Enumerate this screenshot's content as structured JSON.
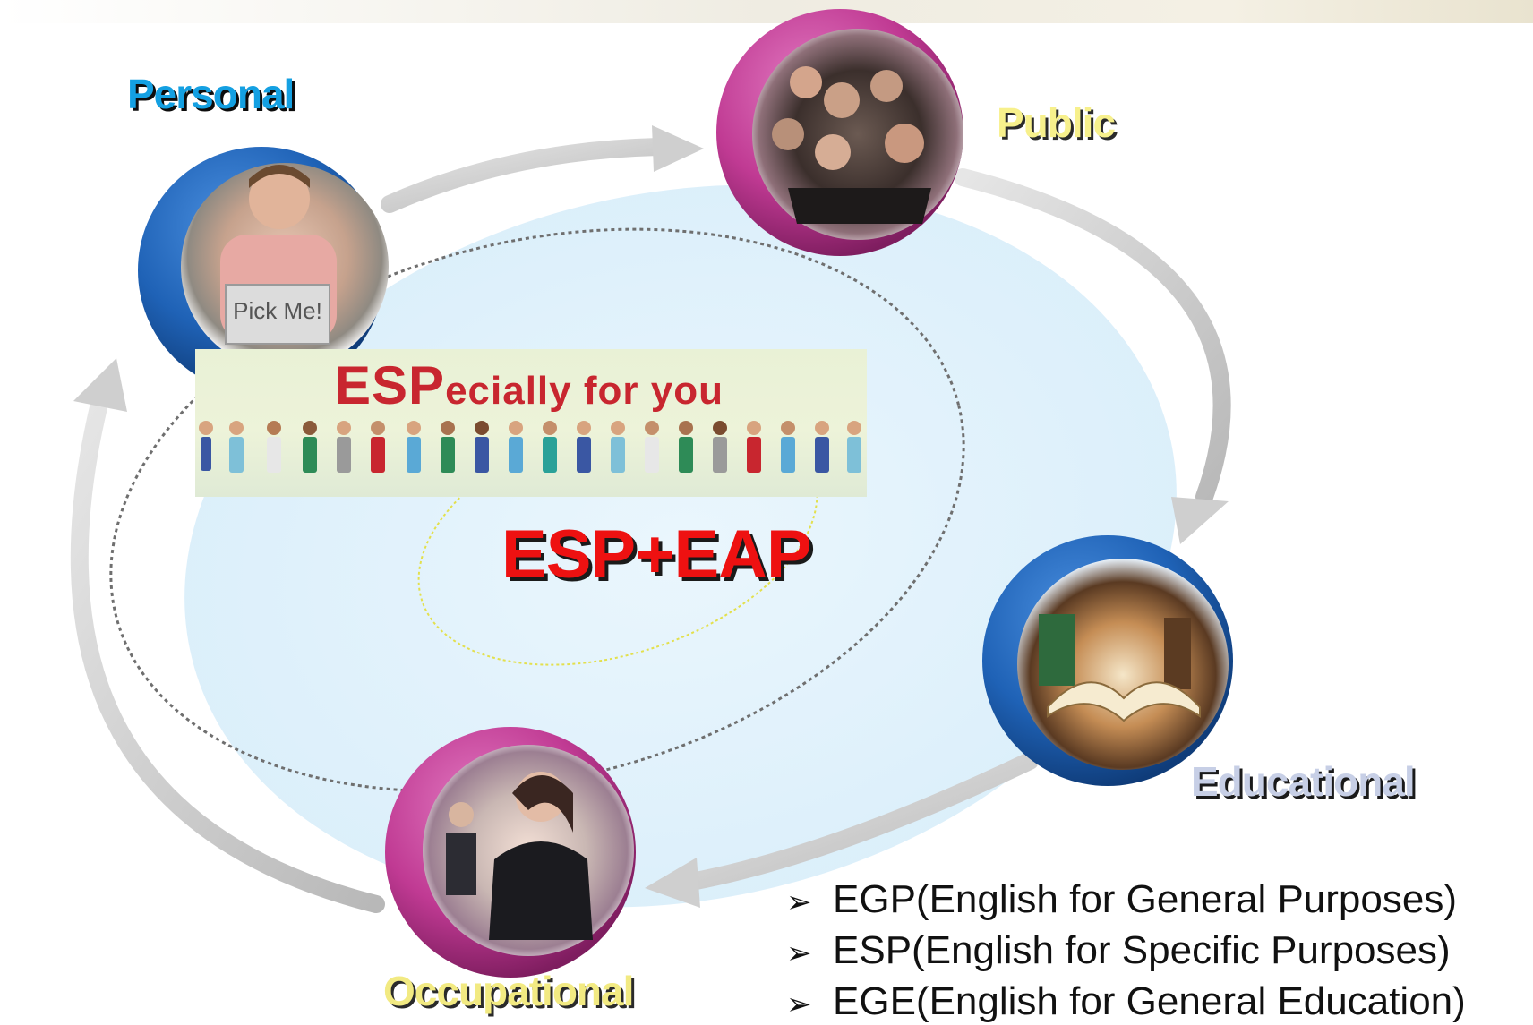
{
  "nodes": {
    "personal": {
      "label": "Personal",
      "sign_text": "Pick Me!",
      "ring_color": "#1f62b6"
    },
    "public": {
      "label": "Public",
      "ring_color": "#c03a93"
    },
    "educational": {
      "label": "Educational",
      "ring_color": "#1f62b6"
    },
    "occupational": {
      "label": "Occupational",
      "ring_color": "#c03a93"
    }
  },
  "center": {
    "label": "ESP+EAP"
  },
  "banner": {
    "title_big": "ESP",
    "title_rest": "ecially for you"
  },
  "legend": {
    "items": [
      {
        "text": "EGP(English for General Purposes)"
      },
      {
        "text": "ESP(English for Specific Purposes)"
      },
      {
        "text": "EGE(English for General Education)"
      }
    ]
  },
  "colors": {
    "oval_fill": "#e3f3fc",
    "arrow": "#cdcdcd",
    "center_text": "#ee1111",
    "banner_text": "#c8262f"
  }
}
